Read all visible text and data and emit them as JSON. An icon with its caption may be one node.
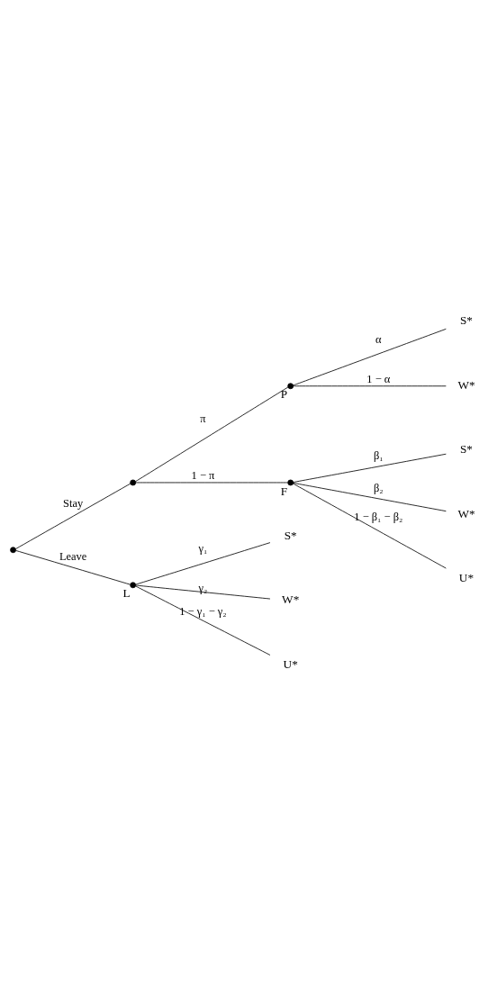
{
  "diagram": {
    "nodes": [
      {
        "text": [],
        "shape": "circle"
      },
      {
        "text": [],
        "shape": "circle"
      },
      {
        "text": [],
        "shape": "circle",
        "beside": [
          "P"
        ]
      },
      {
        "text": [
          "S*"
        ]
      },
      {
        "text": [
          "W*"
        ]
      },
      {
        "text": [],
        "shape": "circle",
        "beside": [
          "F"
        ]
      },
      {
        "text": [
          "S*"
        ]
      },
      {
        "text": [
          "W*"
        ]
      },
      {
        "text": [
          "U*"
        ]
      },
      {
        "text": [],
        "shape": "circle",
        "beside": [
          "L"
        ]
      },
      {
        "text": [
          "S*"
        ]
      },
      {
        "text": [
          "W*"
        ]
      },
      {
        "text": [
          "U*"
        ]
      }
    ],
    "edges": [
      {
        "from": 0,
        "to": 1,
        "arrow": "none",
        "label": "Stay"
      },
      {
        "from": 0,
        "to": 9,
        "arrow": "none",
        "label": "Leave"
      },
      {
        "from": 1,
        "to": 2,
        "arrow": "none",
        "label": "π"
      },
      {
        "from": 1,
        "to": 5,
        "arrow": "none",
        "label": "1 − π"
      },
      {
        "from": 2,
        "to": 3,
        "arrow": "none",
        "label": "α"
      },
      {
        "from": 2,
        "to": 4,
        "arrow": "none",
        "label": "1 − α"
      },
      {
        "from": 5,
        "to": 6,
        "arrow": "none",
        "label": "β₁"
      },
      {
        "from": 5,
        "to": 7,
        "arrow": "none",
        "label": "β₂"
      },
      {
        "from": 5,
        "to": 8,
        "arrow": "none",
        "label": "1 − β₁ − β₂"
      },
      {
        "from": 9,
        "to": 10,
        "arrow": "none",
        "label": "γ₁"
      },
      {
        "from": 9,
        "to": 11,
        "arrow": "none",
        "label": "γ₂"
      },
      {
        "from": 9,
        "to": 12,
        "arrow": "none",
        "label": "1 − γ₁ − γ₂"
      }
    ]
  }
}
